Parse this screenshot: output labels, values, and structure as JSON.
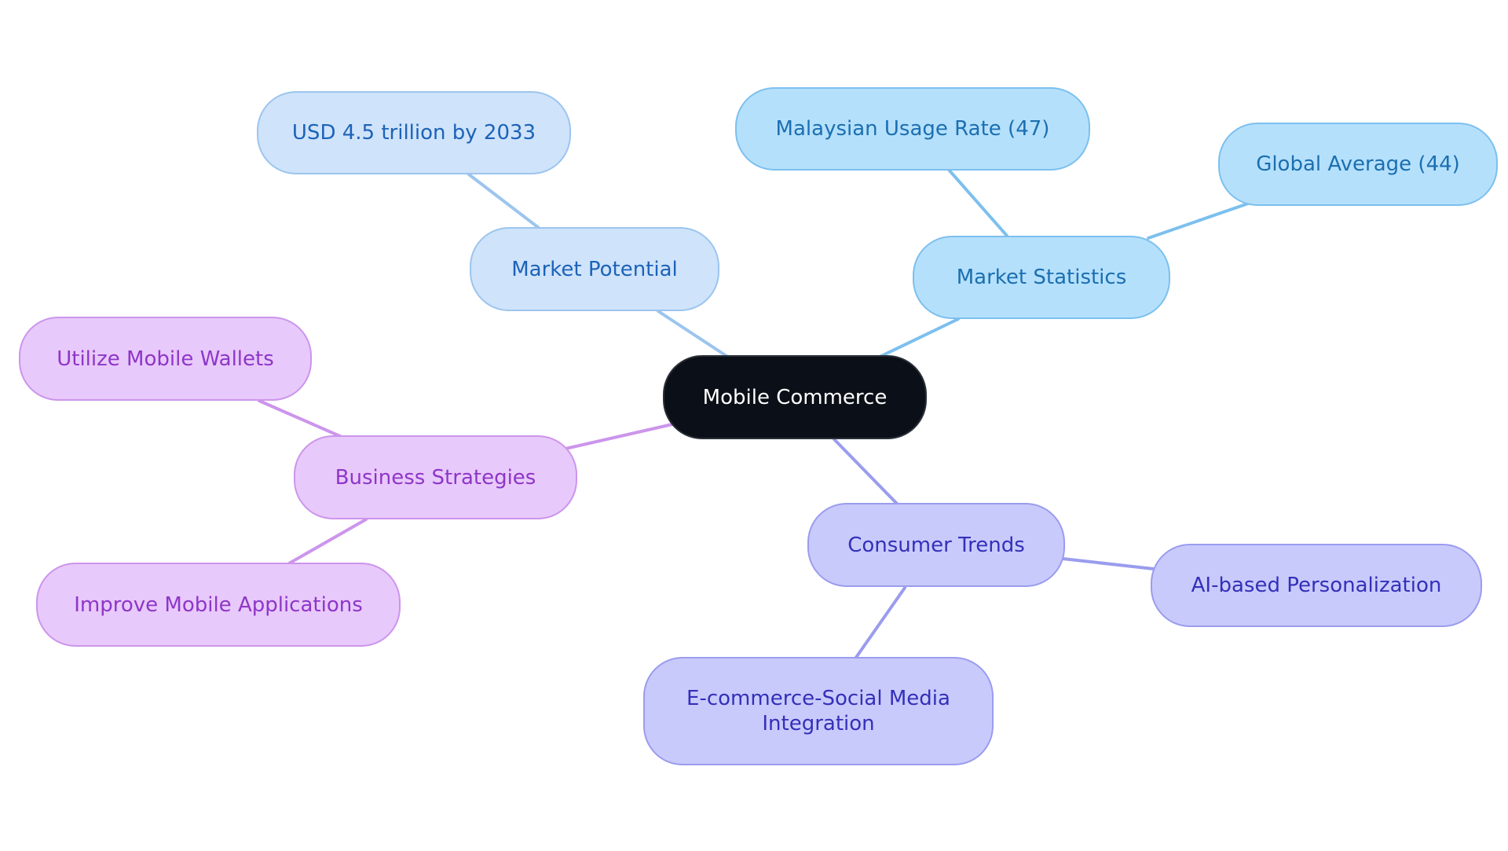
{
  "diagram": {
    "root": {
      "label": "Mobile Commerce"
    },
    "branches": [
      {
        "label": "Market Potential",
        "color": "#9cc5ee",
        "children": [
          {
            "label": "USD 4.5 trillion by 2033"
          }
        ]
      },
      {
        "label": "Market Statistics",
        "color": "#7cc0ee",
        "children": [
          {
            "label": "Malaysian Usage Rate (47)"
          },
          {
            "label": "Global Average (44)"
          }
        ]
      },
      {
        "label": "Business Strategies",
        "color": "#cc95ec",
        "children": [
          {
            "label": "Utilize Mobile Wallets"
          },
          {
            "label": "Improve Mobile Applications"
          }
        ]
      },
      {
        "label": "Consumer Trends",
        "color": "#9a9cee",
        "children": [
          {
            "label": "AI-based Personalization"
          },
          {
            "label": "E-commerce-Social Media Integration"
          }
        ]
      }
    ]
  }
}
